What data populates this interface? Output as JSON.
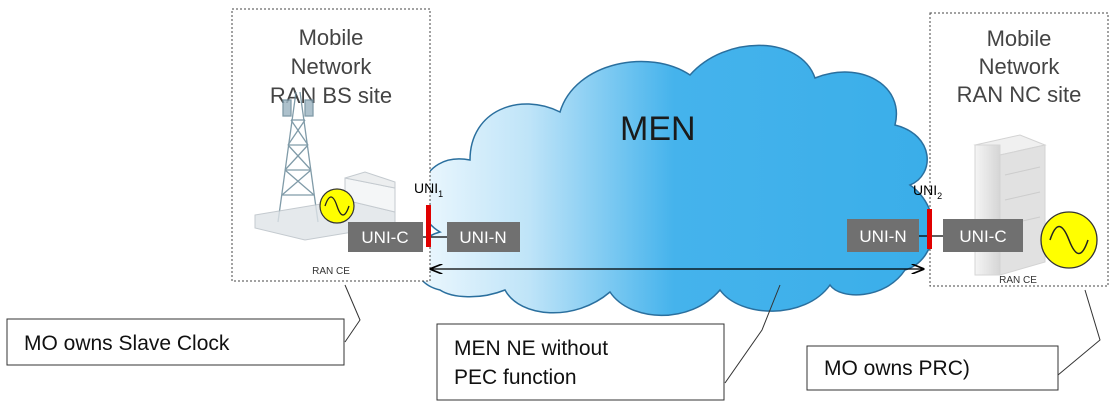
{
  "left_site": {
    "title_lines": [
      "Mobile",
      "Network",
      "RAN BS site"
    ],
    "ce_label": "RAN CE",
    "uni_c_label": "UNI-C"
  },
  "right_site": {
    "title_lines": [
      "Mobile",
      "Network",
      "RAN NC site"
    ],
    "ce_label": "RAN CE",
    "uni_c_label": "UNI-C"
  },
  "cloud": {
    "title": "MEN",
    "left_uni_n_label": "UNI-N",
    "right_uni_n_label": "UNI-N"
  },
  "interfaces": {
    "uni1": {
      "base": "UNI",
      "sub": "1"
    },
    "uni2": {
      "base": "UNI",
      "sub": "2"
    }
  },
  "callouts": {
    "slave_clock": "MO owns Slave Clock",
    "men_ne_lines": [
      "MEN NE without",
      "PEC function"
    ],
    "prc": "MO owns  PRC)"
  },
  "colors": {
    "uni_box": "#707070",
    "uni_marker": "#e00000",
    "cloud_light": "#e9f6fd",
    "cloud_main": "#3fb0ea",
    "cloud_stroke": "#2a6f9e",
    "clock_fill": "#ffff00"
  },
  "icons": [
    "cell-tower-icon",
    "base-station-cabinet-icon",
    "clock-oscillator-icon",
    "server-rack-icon"
  ]
}
